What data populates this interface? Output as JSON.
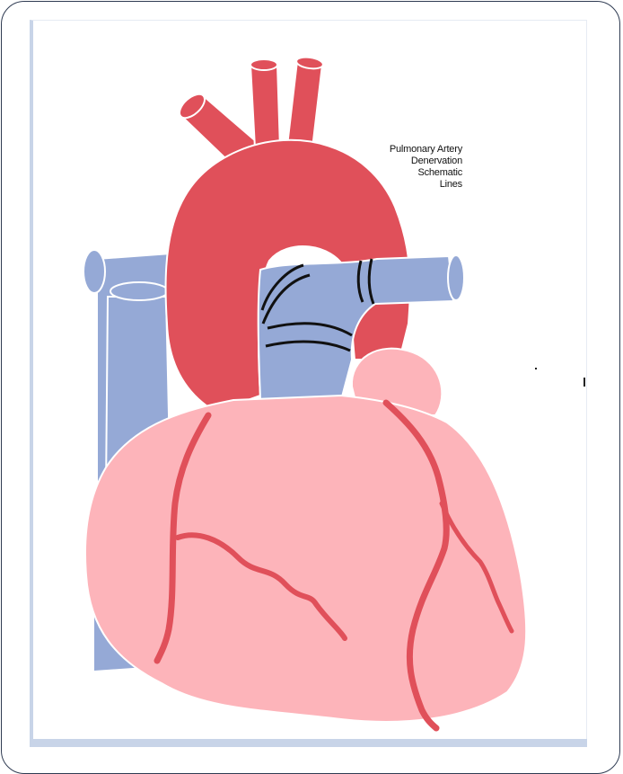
{
  "figure": {
    "label_lines": [
      "Pulmonary Artery",
      "Denervation",
      "Schematic",
      "Lines"
    ]
  },
  "colors": {
    "aorta_red": "#e0505a",
    "vein_blue": "#95a9d6",
    "heart_pink": "#fdb4ba",
    "ablation_line": "#111111",
    "frame": "#2f3b52"
  }
}
